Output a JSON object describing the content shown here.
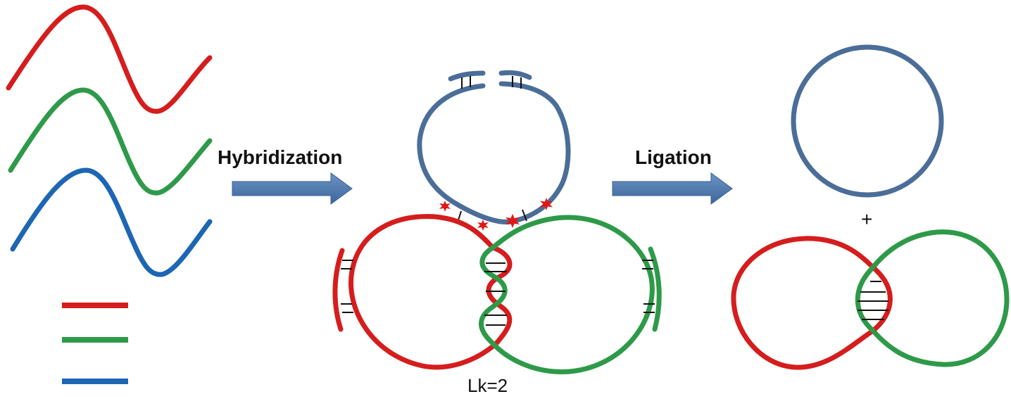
{
  "labels": {
    "hybridization": "Hybridization",
    "ligation": "Ligation",
    "linking_number": "Lk=2",
    "plus": "+"
  },
  "colors": {
    "red": "#d51d1d",
    "green": "#2e9a49",
    "blue": "#1c66b4",
    "navy": "#4a6e98",
    "arrow": "#4f7bb0",
    "spark": "#e01818",
    "base_pair": "#111111"
  }
}
